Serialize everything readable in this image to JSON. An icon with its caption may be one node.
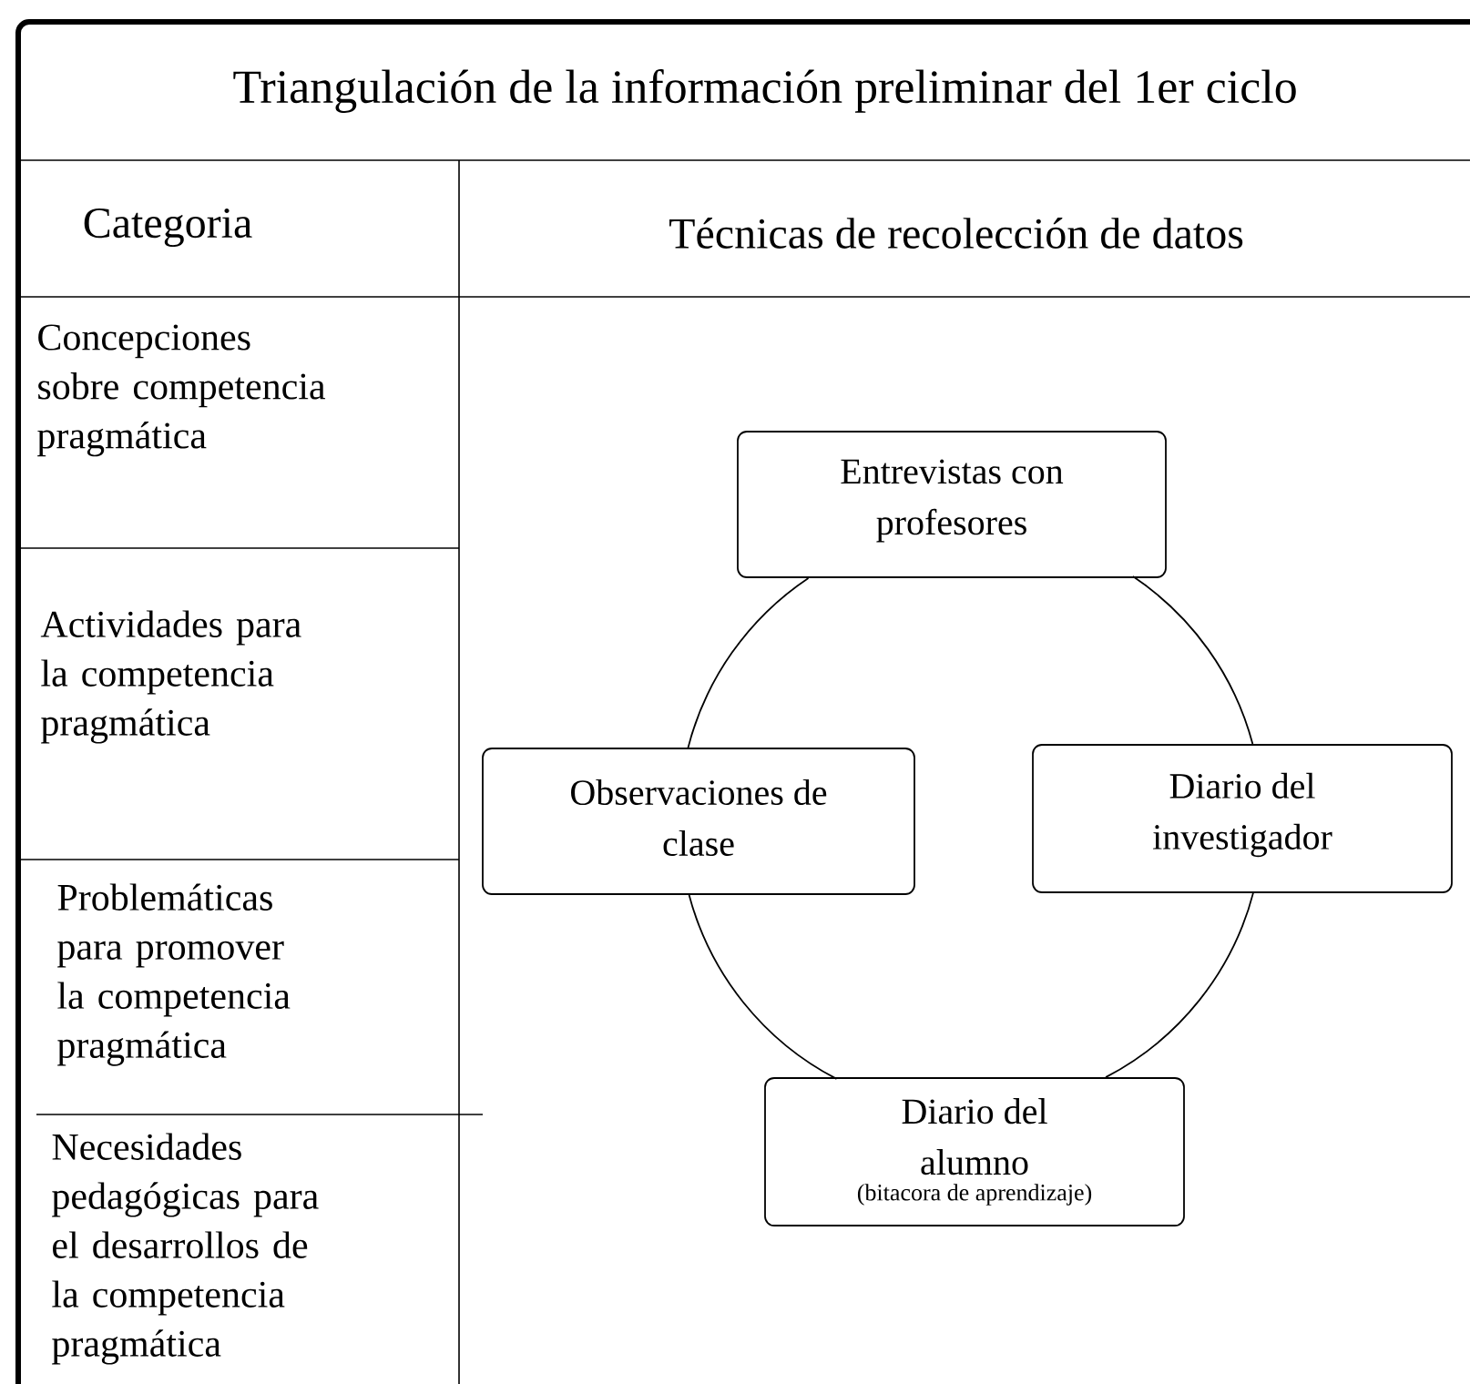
{
  "diagram": {
    "title": "Triangulación de la información preliminar del 1er ciclo",
    "nodes": [
      {
        "text": [
          "Concepciones sobre competencia pragmática"
        ]
      },
      {
        "text": [
          "Actividades para la competencia pragmática"
        ]
      },
      {
        "text": [
          "Problemáticas para promover la competencia pragmática"
        ]
      },
      {
        "text": [
          "Necesidades pedagógicas para el desarrollos de la competencia pragmática"
        ]
      },
      {
        "text": [
          "Entrevistas con profesores"
        ]
      },
      {
        "text": [
          "Observaciones de clase"
        ]
      },
      {
        "text": [
          "Diario del investigador"
        ]
      },
      {
        "text": [
          "Diario del alumno",
          "(bitacora de aprendizaje)"
        ]
      }
    ],
    "edges": [
      {
        "from": 4,
        "to": 5,
        "arrow": "none"
      },
      {
        "from": 5,
        "to": 7,
        "arrow": "none"
      },
      {
        "from": 7,
        "to": 6,
        "arrow": "none"
      },
      {
        "from": 6,
        "to": 4,
        "arrow": "none"
      }
    ],
    "labels": [
      "Categoria",
      "Técnicas de recolección de datos"
    ]
  }
}
